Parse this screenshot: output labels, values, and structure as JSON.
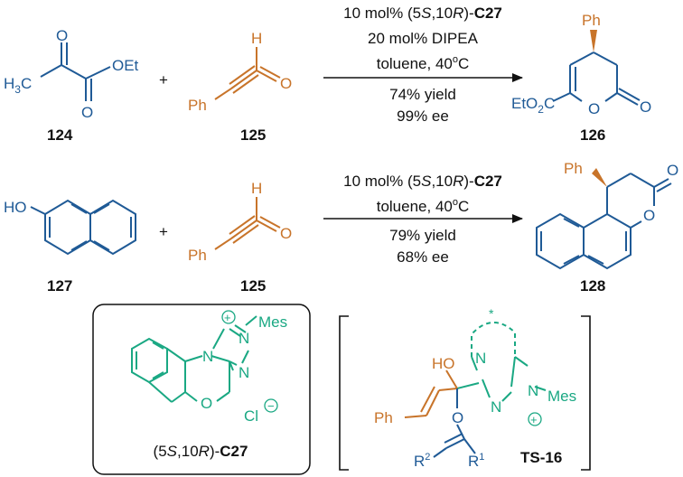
{
  "colors": {
    "reactant_blue": "#1f5a96",
    "ynal_orange": "#c8742a",
    "catalyst_teal": "#1aa883",
    "text": "#111111"
  },
  "reaction1": {
    "cond_line1_pre": "10 mol% (5",
    "cond_line1_s": "S",
    "cond_line1_mid": ",10",
    "cond_line1_r": "R",
    "cond_line1_post": ")-",
    "cond_line1_cat": "C27",
    "cond_line2": "20 mol% DIPEA",
    "cond_line3_pre": "toluene, 40",
    "cond_line3_deg": "o",
    "cond_line3_post": "C",
    "yield": "74% yield",
    "ee": "99% ee",
    "reactant1_label": "124",
    "reactant2_label": "125",
    "product_label": "126",
    "plus": "+"
  },
  "reaction2": {
    "cond_line1_pre": "10 mol% (5",
    "cond_line1_s": "S",
    "cond_line1_mid": ",10",
    "cond_line1_r": "R",
    "cond_line1_post": ")-",
    "cond_line1_cat": "C27",
    "cond_line2_pre": "toluene, 40",
    "cond_line2_deg": "o",
    "cond_line2_post": "C",
    "yield": "79% yield",
    "ee": "68% ee",
    "reactant1_label": "127",
    "reactant2_label": "125",
    "product_label": "128",
    "plus": "+"
  },
  "atoms": {
    "O": "O",
    "OEt": "OEt",
    "H3C_H": "H",
    "H3C_3": "3",
    "H3C_C": "C",
    "H": "H",
    "Ph": "Ph",
    "EtO2C_a": "EtO",
    "EtO2C_2": "2",
    "EtO2C_b": "C",
    "HO": "HO",
    "N": "N",
    "Mes": "Mes",
    "Cl": "Cl",
    "plus_charge": "+",
    "minus_charge": "−",
    "star": "*",
    "R": "R",
    "sup1": "1",
    "sup2": "2"
  },
  "catalyst": {
    "label_pre": "(5",
    "label_s": "S",
    "label_mid": ",10",
    "label_r": "R",
    "label_post": ")-",
    "label_cat": "C27"
  },
  "ts": {
    "label": "TS-16"
  }
}
